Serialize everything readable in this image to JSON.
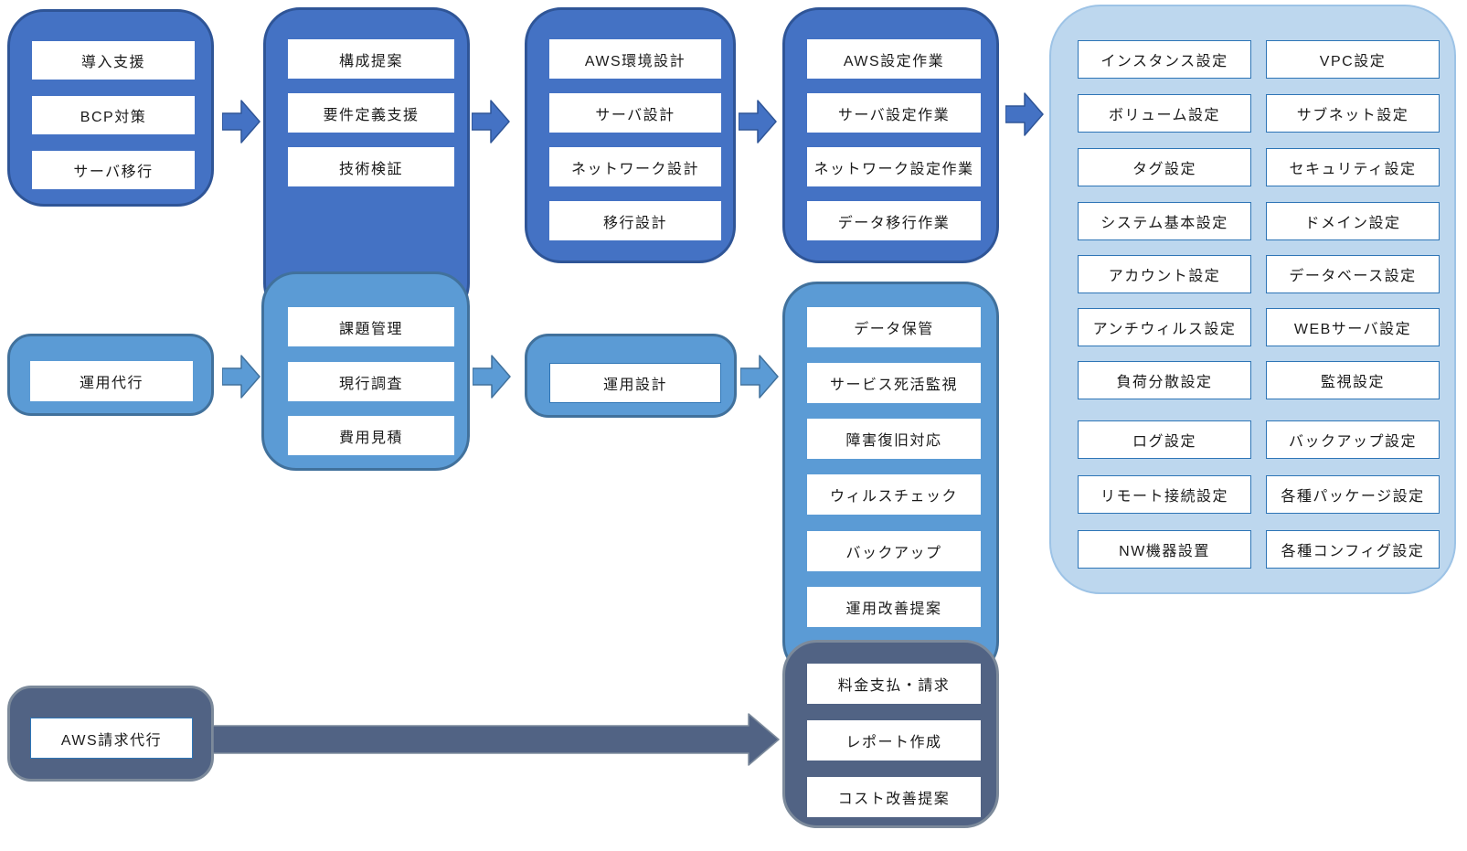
{
  "diagram": {
    "title": "AWS introduction and operation service flow",
    "colors": {
      "dark_blue": "#4472C4",
      "dark_blue_border": "#2F5597",
      "medium_blue": "#5B9BD5",
      "medium_blue_border": "#41719C",
      "pale_blue": "#BDD7EE",
      "pale_blue_border": "#9DC3E6",
      "slate": "#516384",
      "slate_border": "#7C8A9B",
      "box_border_blue": "#2E75B6"
    },
    "groups": {
      "consulting": {
        "items": [
          "導入支援",
          "BCP対策",
          "サーバ移行"
        ]
      },
      "proposal": {
        "items": [
          "構成提案",
          "要件定義支援",
          "技術検証"
        ]
      },
      "assessment": {
        "items": [
          "課題管理",
          "現行調査",
          "費用見積"
        ]
      },
      "design": {
        "items": [
          "AWS環境設計",
          "サーバ設計",
          "ネットワーク設計",
          "移行設計"
        ]
      },
      "setup_work": {
        "items": [
          "AWS設定作業",
          "サーバ設定作業",
          "ネットワーク設定作業",
          "データ移行作業"
        ]
      },
      "operation_agency": {
        "items": [
          "運用代行"
        ]
      },
      "operation_design": {
        "items": [
          "運用設計"
        ]
      },
      "operation_services": {
        "items": [
          "データ保管",
          "サービス死活監視",
          "障害復旧対応",
          "ウィルスチェック",
          "バックアップ",
          "運用改善提案"
        ]
      },
      "billing_services": {
        "items": [
          "料金支払・請求",
          "レポート作成",
          "コスト改善提案"
        ]
      },
      "aws_billing_agency": {
        "items": [
          "AWS請求代行"
        ]
      },
      "settings_detail": {
        "left_items": [
          "インスタンス設定",
          "ボリューム設定",
          "タグ設定",
          "システム基本設定",
          "アカウント設定",
          "アンチウィルス設定",
          "負荷分散設定",
          "ログ設定",
          "リモート接続設定",
          "NW機器設置"
        ],
        "right_items": [
          "VPC設定",
          "サブネット設定",
          "セキュリティ設定",
          "ドメイン設定",
          "データベース設定",
          "WEBサーバ設定",
          "監視設定",
          "バックアップ設定",
          "各種パッケージ設定",
          "各種コンフィグ設定"
        ]
      }
    }
  }
}
